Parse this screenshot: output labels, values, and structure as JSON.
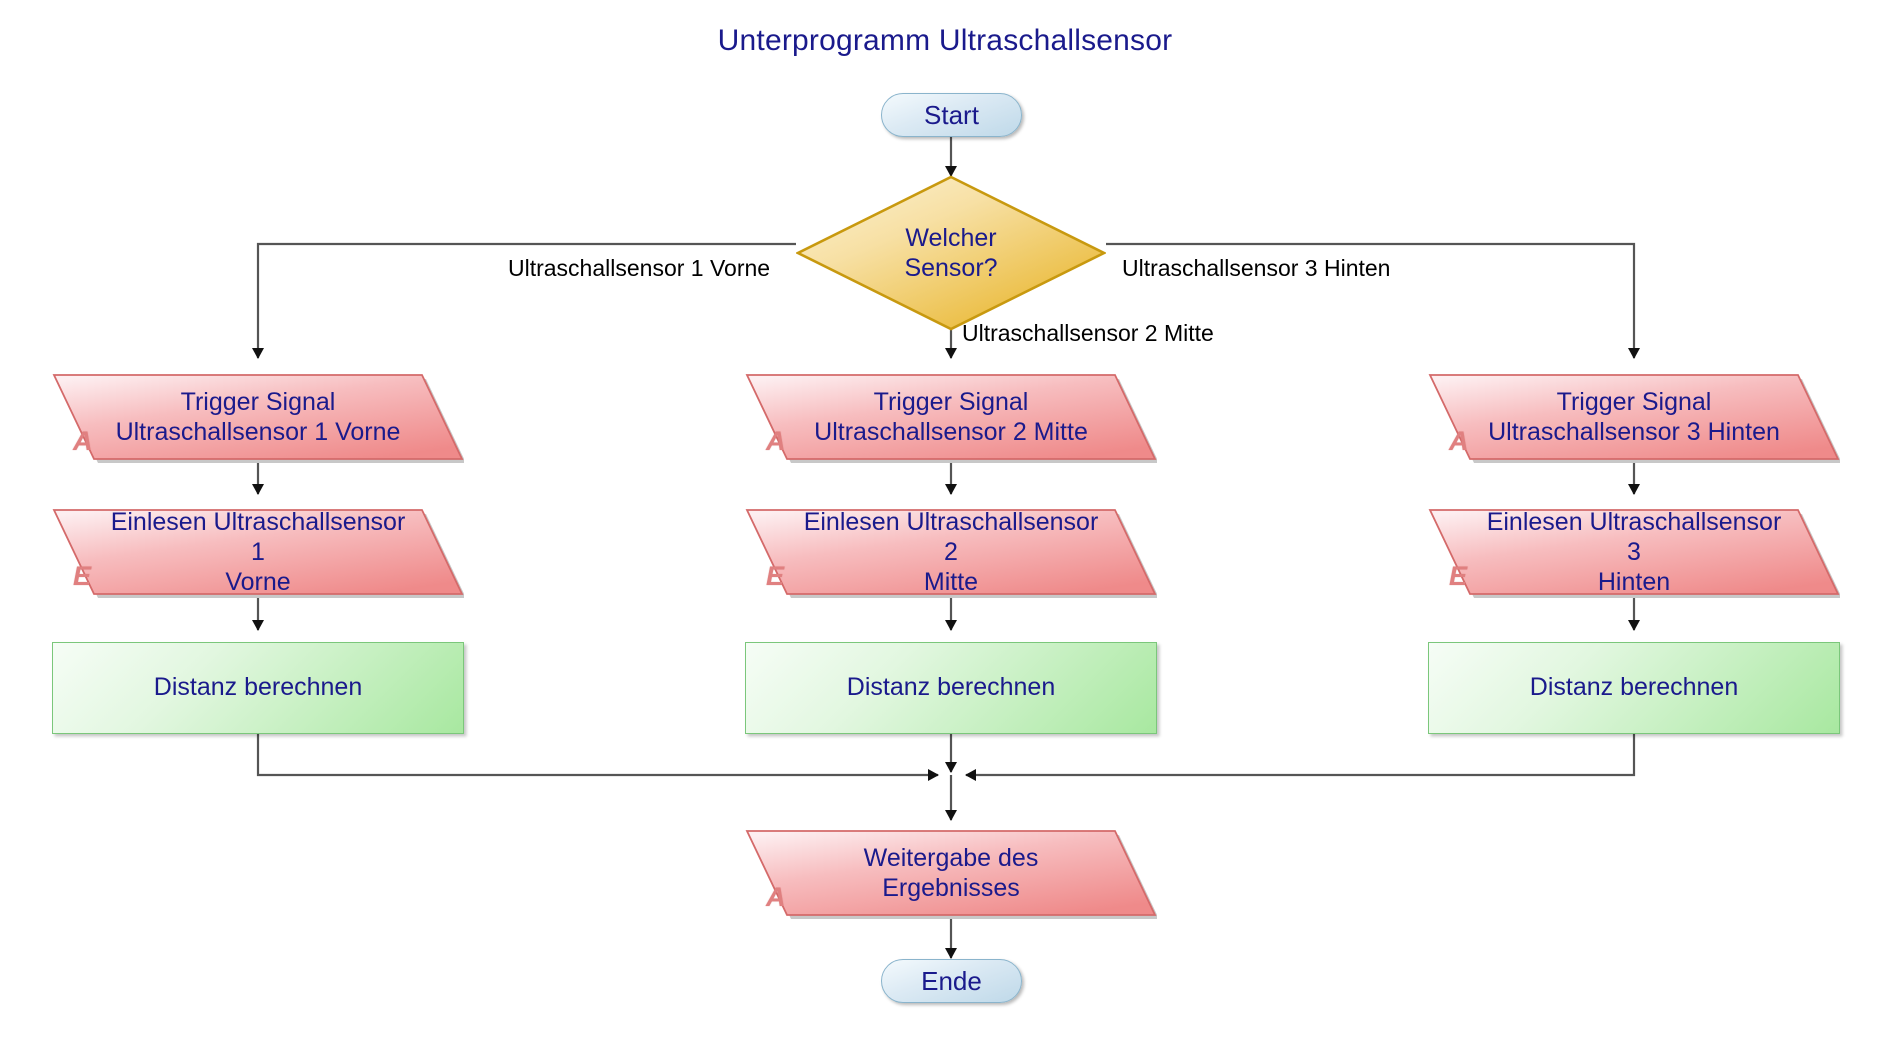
{
  "diagram": {
    "title": "Unterprogramm Ultraschallsensor",
    "type": "flowchart",
    "language": "de",
    "colors": {
      "title_text": "#1a1a8c",
      "node_text": "#1a1a8c",
      "edge_label_text": "#000000",
      "terminator_fill": "#cfe4f0",
      "terminator_border": "#8ab4cc",
      "decision_fill": "#edb827",
      "decision_border": "#c8990f",
      "io_fill": "#ef8a8a",
      "io_border": "#d46a6a",
      "io_marker": "#e08080",
      "process_fill": "#a8e8a0",
      "process_border": "#7bc77b",
      "connector_line": "#555555",
      "arrowhead": "#111111"
    }
  },
  "nodes": {
    "start": {
      "label": "Start",
      "shape": "terminator"
    },
    "decision": {
      "line1": "Welcher",
      "line2": "Sensor?",
      "shape": "decision"
    },
    "left": {
      "trigger": {
        "line1": "Trigger Signal",
        "line2": "Ultraschallsensor 1 Vorne",
        "marker": "A",
        "shape": "io"
      },
      "read": {
        "line1": "Einlesen Ultraschallsensor 1",
        "line2": "Vorne",
        "marker": "E",
        "shape": "io"
      },
      "calc": {
        "label": "Distanz berechnen",
        "shape": "process"
      }
    },
    "middle": {
      "trigger": {
        "line1": "Trigger Signal",
        "line2": "Ultraschallsensor 2 Mitte",
        "marker": "A",
        "shape": "io"
      },
      "read": {
        "line1": "Einlesen Ultraschallsensor 2",
        "line2": "Mitte",
        "marker": "E",
        "shape": "io"
      },
      "calc": {
        "label": "Distanz berechnen",
        "shape": "process"
      }
    },
    "right": {
      "trigger": {
        "line1": "Trigger Signal",
        "line2": "Ultraschallsensor 3 Hinten",
        "marker": "A",
        "shape": "io"
      },
      "read": {
        "line1": "Einlesen Ultraschallsensor 3",
        "line2": "Hinten",
        "marker": "E",
        "shape": "io"
      },
      "calc": {
        "label": "Distanz berechnen",
        "shape": "process"
      }
    },
    "output": {
      "line1": "Weitergabe des",
      "line2": "Ergebnisses",
      "marker": "A",
      "shape": "io"
    },
    "end": {
      "label": "Ende",
      "shape": "terminator"
    }
  },
  "edge_labels": {
    "branch_left": "Ultraschallsensor 1 Vorne",
    "branch_middle": "Ultraschallsensor 2 Mitte",
    "branch_right": "Ultraschallsensor 3 Hinten"
  }
}
